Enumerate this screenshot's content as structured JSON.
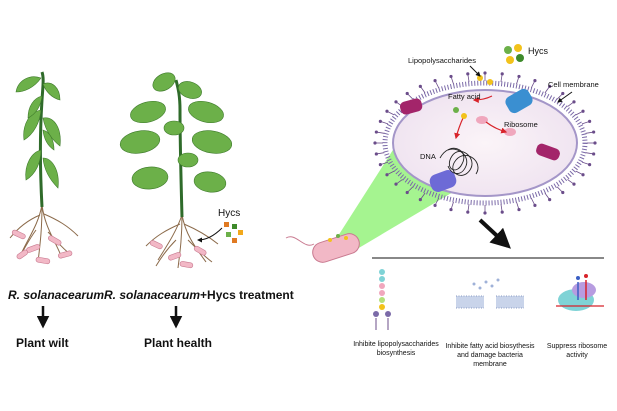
{
  "left_panel": {
    "plant1_caption": "R. solanacearum",
    "plant1_outcome": "Plant wilt",
    "plant2_caption_italic": "R. solanacearum",
    "plant2_caption_rest": "+Hycs treatment",
    "plant2_outcome": "Plant health",
    "treatment_label": "Hycs"
  },
  "cell_diagram": {
    "labels": {
      "hycs": "Hycs",
      "lipopolysaccharides": "Lipopolysaccharides",
      "cell_membrane": "Cell membrane",
      "fatty_acid": "Fatty acid",
      "ribosome": "Ribosome",
      "dna": "DNA"
    }
  },
  "mechanisms": [
    {
      "label": "Inhibite lipopolysaccharides biosynthesis"
    },
    {
      "label": "Inhibite fatty acid biosythesis and damage bacteria membrane"
    },
    {
      "label": "Suppress ribosome activity"
    }
  ],
  "colors": {
    "leaf": "#6cb049",
    "leaf_dark": "#3d7a2a",
    "stem": "#2f6b2a",
    "root": "#8b6a4a",
    "bacterium": "#f2b8c6",
    "membrane": "#7b6aa8",
    "highlight": "#7ff061",
    "arrow_red": "#d8232a"
  }
}
